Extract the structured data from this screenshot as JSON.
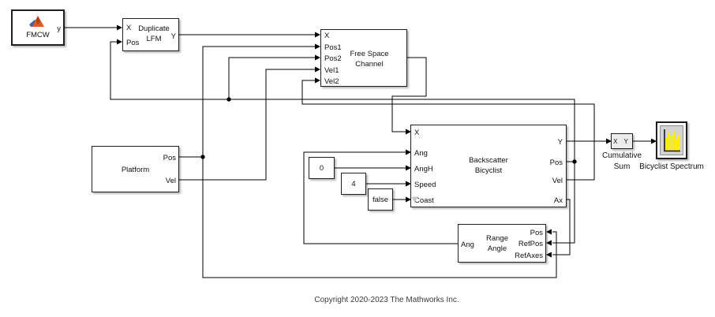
{
  "blocks": {
    "fmcw": {
      "name": "FMCW",
      "output": "y"
    },
    "duplicate_lfm": {
      "title": [
        "Duplicate",
        "LFM"
      ],
      "inputs": [
        "X",
        "Pos"
      ],
      "outputs": [
        "Y"
      ]
    },
    "free_space_channel": {
      "title": [
        "Free Space",
        "Channel"
      ],
      "inputs": [
        "X",
        "Pos1",
        "Pos2",
        "Vel1",
        "Vel2"
      ]
    },
    "platform": {
      "title": "Platform",
      "outputs": [
        "Pos",
        "Vel"
      ]
    },
    "constants": {
      "zero": "0",
      "four": "4",
      "false_val": "false"
    },
    "backscatter_bicyclist": {
      "title": [
        "Backscatter",
        "Bicyclist"
      ],
      "inputs": [
        "X",
        "Ang",
        "AngH",
        "Speed",
        "Coast"
      ],
      "outputs": [
        "Y",
        "Pos",
        "Vel",
        "Ax"
      ]
    },
    "range_angle": {
      "title": [
        "Range",
        "Angle"
      ],
      "outputs": [
        "Ang"
      ],
      "inputs": [
        "Pos",
        "RefPos",
        "RefAxes"
      ]
    },
    "cumulative_sum": {
      "icon_text": "X Y",
      "label": [
        "Cumulative",
        "Sum"
      ]
    },
    "bicyclist_spectrum": {
      "label": "Bicyclist Spectrum"
    }
  },
  "footer": {
    "copyright": "Copyright 2020-2023 The Mathworks Inc."
  },
  "colors": {
    "wire": "#000000",
    "border": "#1f1f1f",
    "scope_bars": "#ffee00",
    "scope_bg": "#d4d4d4",
    "matlab_orange": "#dd5a22",
    "matlab_blue": "#44679f",
    "badge_gray": "#c6c6c6"
  }
}
